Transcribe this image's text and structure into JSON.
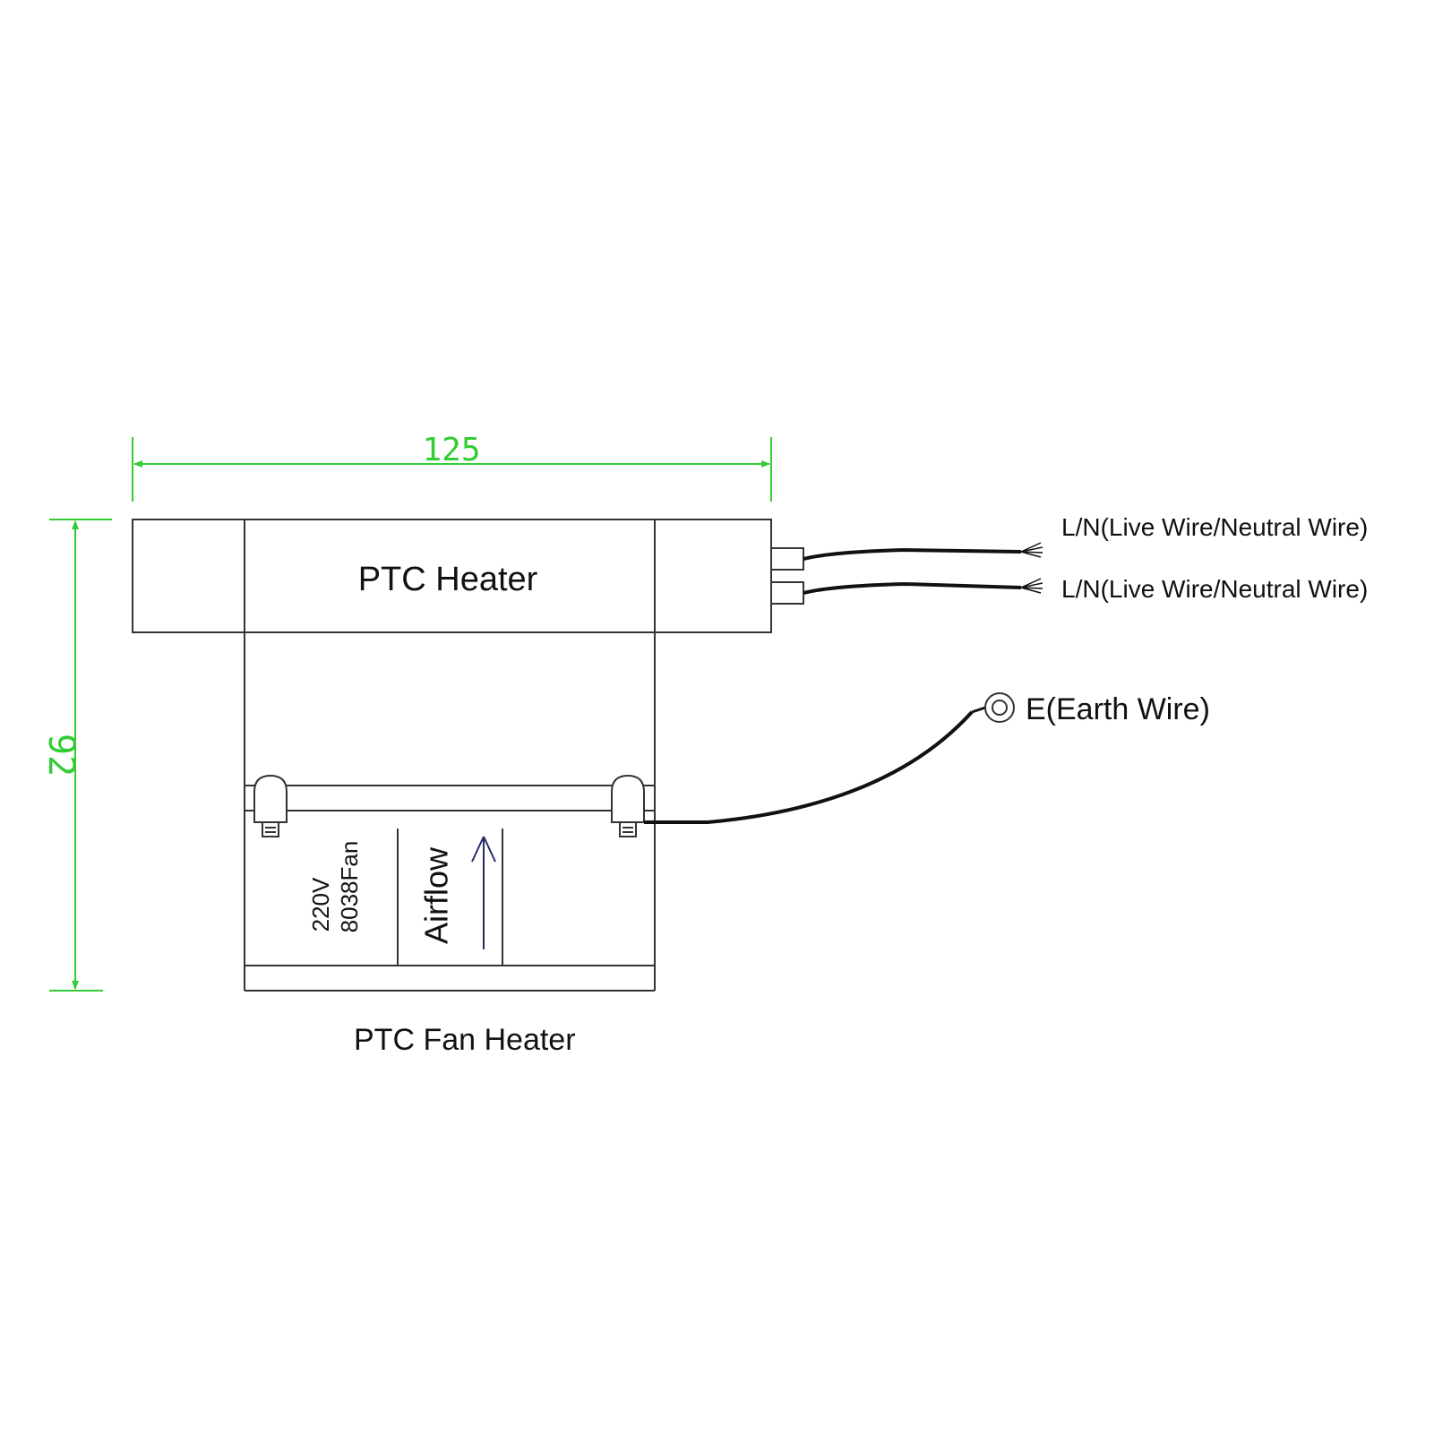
{
  "dimensions": {
    "width": "125",
    "height": "92"
  },
  "labels": {
    "heater": "PTC Heater",
    "wire_1": "L/N(Live Wire/Neutral Wire)",
    "wire_2": "L/N(Live Wire/Neutral Wire)",
    "earth": "E(Earth Wire)",
    "fan_voltage": "220V",
    "fan_model": "8038Fan",
    "airflow": "Airflow",
    "caption": "PTC Fan Heater"
  },
  "colors": {
    "dimension": "#33cc33",
    "outline": "#333333",
    "wire": "#111111",
    "arrow": "#2a2a6a",
    "background": "#ffffff"
  }
}
